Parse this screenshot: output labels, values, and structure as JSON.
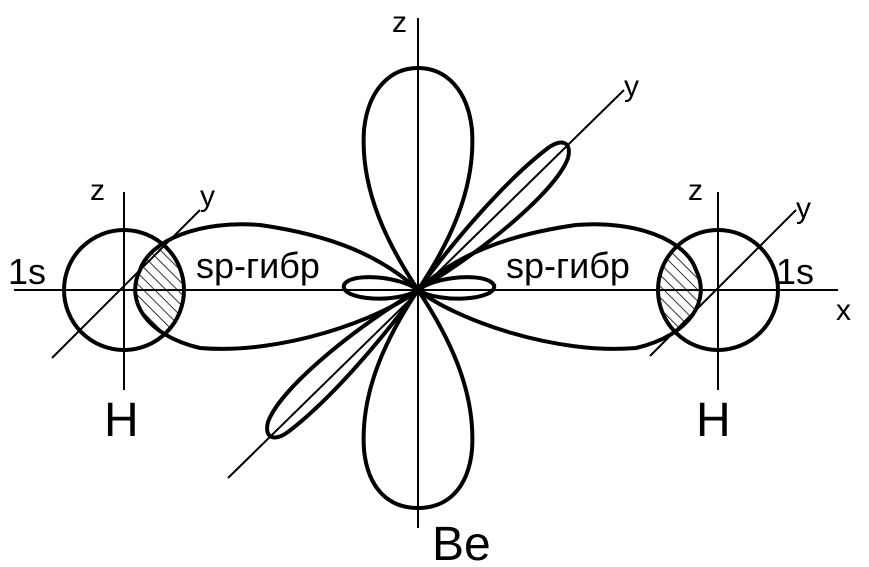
{
  "diagram": {
    "be_center": {
      "atom_label": "Be",
      "axis_z": "z",
      "axis_y": "y",
      "axis_x": "x"
    },
    "left_h": {
      "atom_label": "H",
      "orbital_label": "1s",
      "axis_z": "z",
      "axis_y": "y"
    },
    "right_h": {
      "atom_label": "H",
      "orbital_label": "1s",
      "axis_z": "z",
      "axis_y": "y"
    },
    "hybrid_label_left": "sp-гибр",
    "hybrid_label_right": "sp-гибр"
  }
}
